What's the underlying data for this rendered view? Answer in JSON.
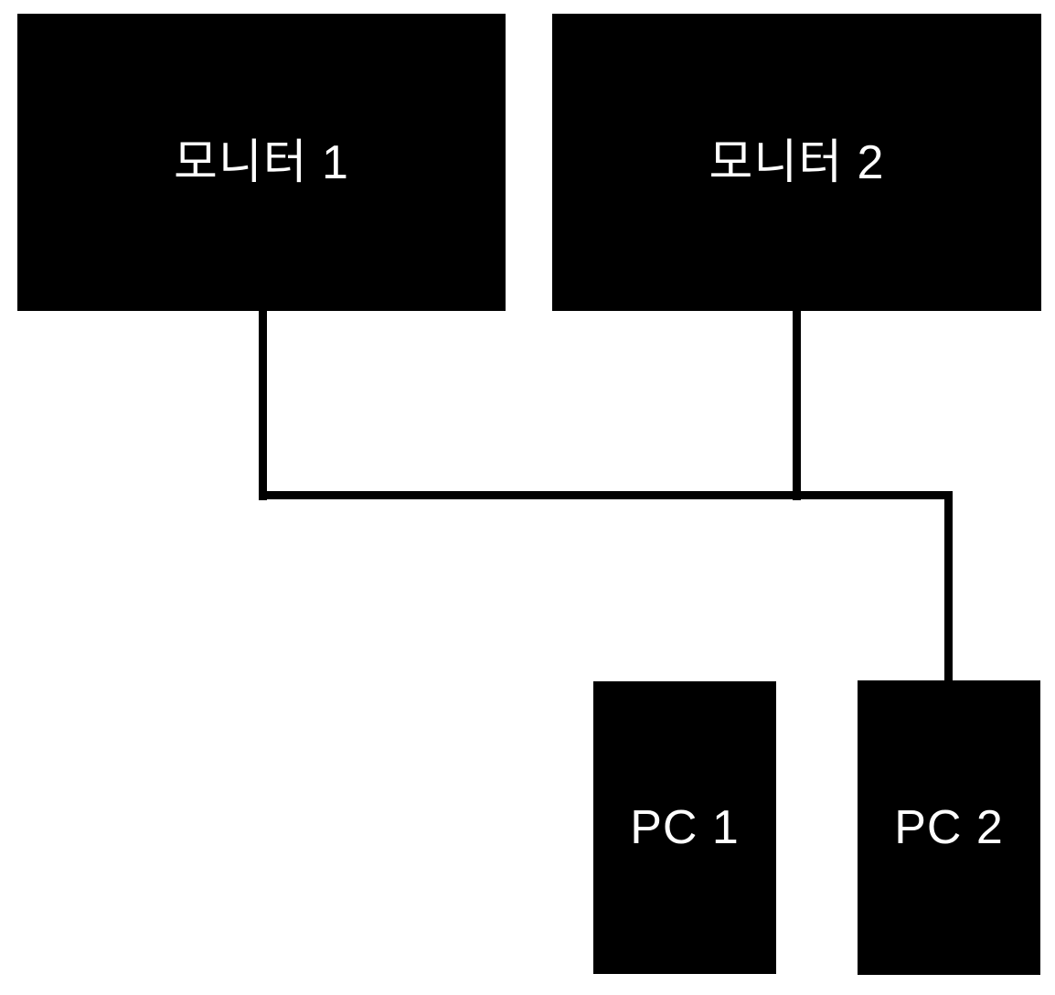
{
  "diagram": {
    "background_color": "#ffffff",
    "node_fill_color": "#000000",
    "node_text_color": "#ffffff",
    "connector_color": "#000000",
    "nodes": [
      {
        "id": "monitor-1",
        "label": "모니터 1"
      },
      {
        "id": "monitor-2",
        "label": "모니터 2"
      },
      {
        "id": "pc-1",
        "label": "PC 1"
      },
      {
        "id": "pc-2",
        "label": "PC 2"
      }
    ],
    "connections": [
      {
        "from": "monitor-1",
        "to": "pc-2"
      },
      {
        "from": "monitor-2",
        "to": "pc-2"
      }
    ]
  }
}
